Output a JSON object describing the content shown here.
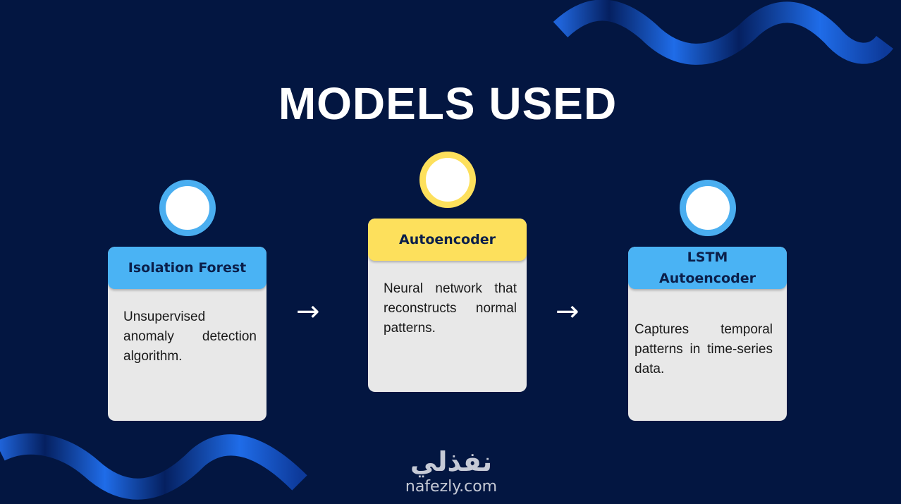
{
  "title": "MODELS USED",
  "models": [
    {
      "name": "Isolation Forest",
      "description": "Unsupervised anomaly detection algorithm.",
      "color": "#4ab3f4"
    },
    {
      "name": "Autoencoder",
      "description": "Neural network that reconstructs normal patterns.",
      "color": "#fde05c"
    },
    {
      "name": "LSTM Autoencoder",
      "description": "Captures temporal patterns in time-series data.",
      "color": "#4ab3f4"
    }
  ],
  "arrows": [
    "→",
    "→"
  ],
  "logo": {
    "arabic": "نفذلي",
    "domain": "nafezly.com"
  }
}
